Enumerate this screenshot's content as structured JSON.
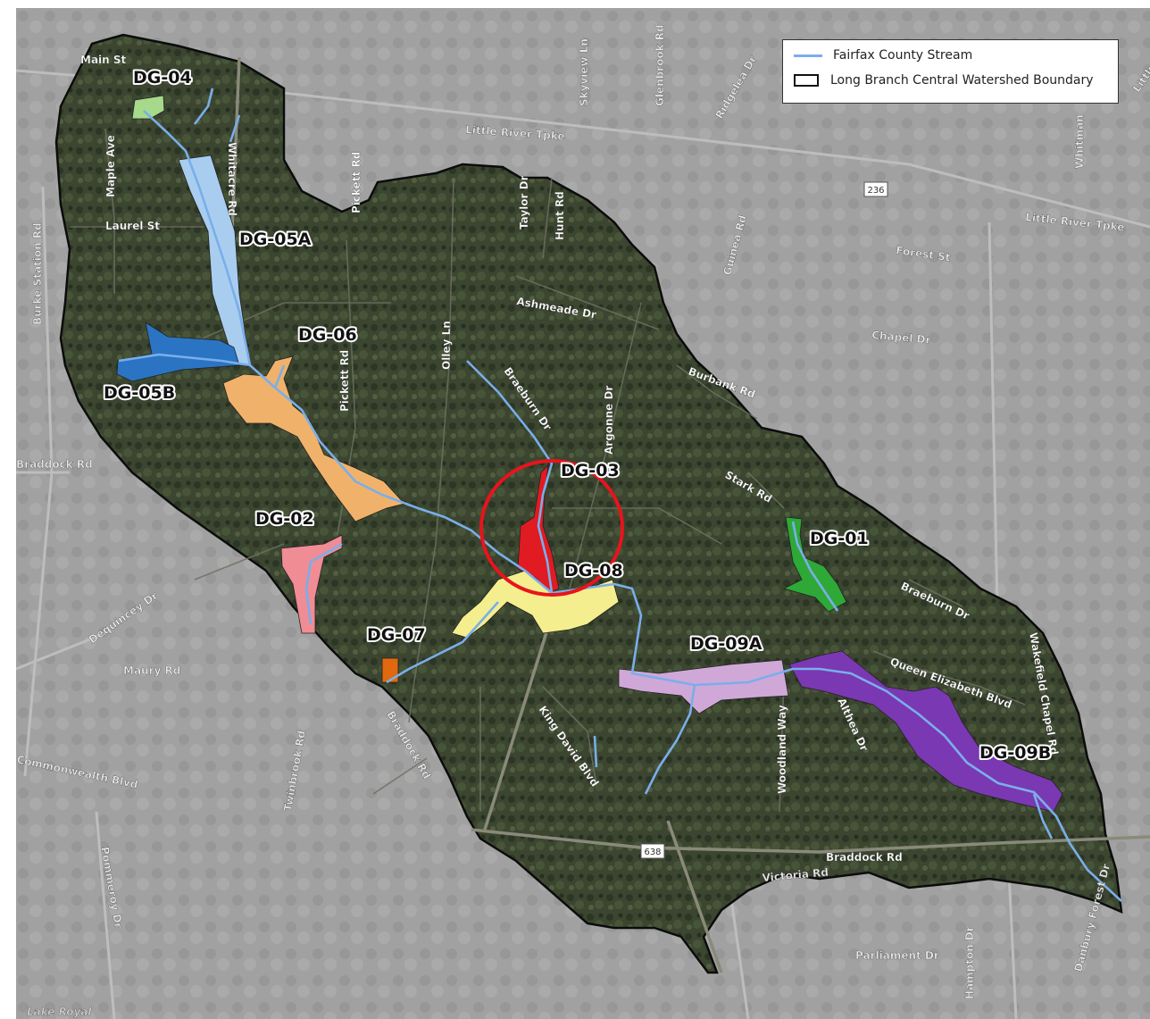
{
  "legend": {
    "stream": "Fairfax County Stream",
    "boundary": "Long Branch Central Watershed Boundary"
  },
  "reach_labels": [
    "DG-04",
    "DG-05A",
    "DG-05B",
    "DG-06",
    "DG-02",
    "DG-07",
    "DG-03",
    "DG-08",
    "DG-01",
    "DG-09A",
    "DG-09B"
  ],
  "roads": [
    "Main St",
    "Little River Tpke",
    "Skyview Ln",
    "Glenbrook Rd",
    "Ridgelea Dr",
    "Whitman",
    "Maple Ave",
    "Whitacre Rd",
    "Laurel St",
    "Pickett Rd",
    "Taylor Dr",
    "Hunt Rd",
    "Guinea Rd",
    "Forest St",
    "Burke Station Rd",
    "Ashmeade Dr",
    "Chapel Dr",
    "Olley Ln",
    "Braeburn Dr",
    "Argonne Dr",
    "Burbank Rd",
    "Stark Rd",
    "Dequincey Dr",
    "Maury Rd",
    "Queen Elizabeth Blvd",
    "Woodland Way",
    "Althea Dr",
    "King David Blvd",
    "Twinbrook Rd",
    "Commonwealth Blvd",
    "Braddock Rd",
    "Victoria Rd",
    "Pommeroy Dr",
    "Parliament Dr",
    "Danbury Forest Dr",
    "Lake Royal",
    "Wakefield Chapel Rd",
    "Hampton Dr"
  ],
  "shields": [
    "236",
    "638"
  ],
  "colors": {
    "stream": "#7aaeea",
    "highlight": "#e8141c",
    "DG-01": "#2ea836",
    "DG-02": "#f08c94",
    "DG-03": "#e01b22",
    "DG-04": "#a6d98a",
    "DG-05A": "#a9cdef",
    "DG-05B": "#2b74c4",
    "DG-06": "#f0b26a",
    "DG-07": "#e0680e",
    "DG-08": "#f4ee8e",
    "DG-09A": "#cfa8d8",
    "DG-09B": "#7a38b2"
  }
}
